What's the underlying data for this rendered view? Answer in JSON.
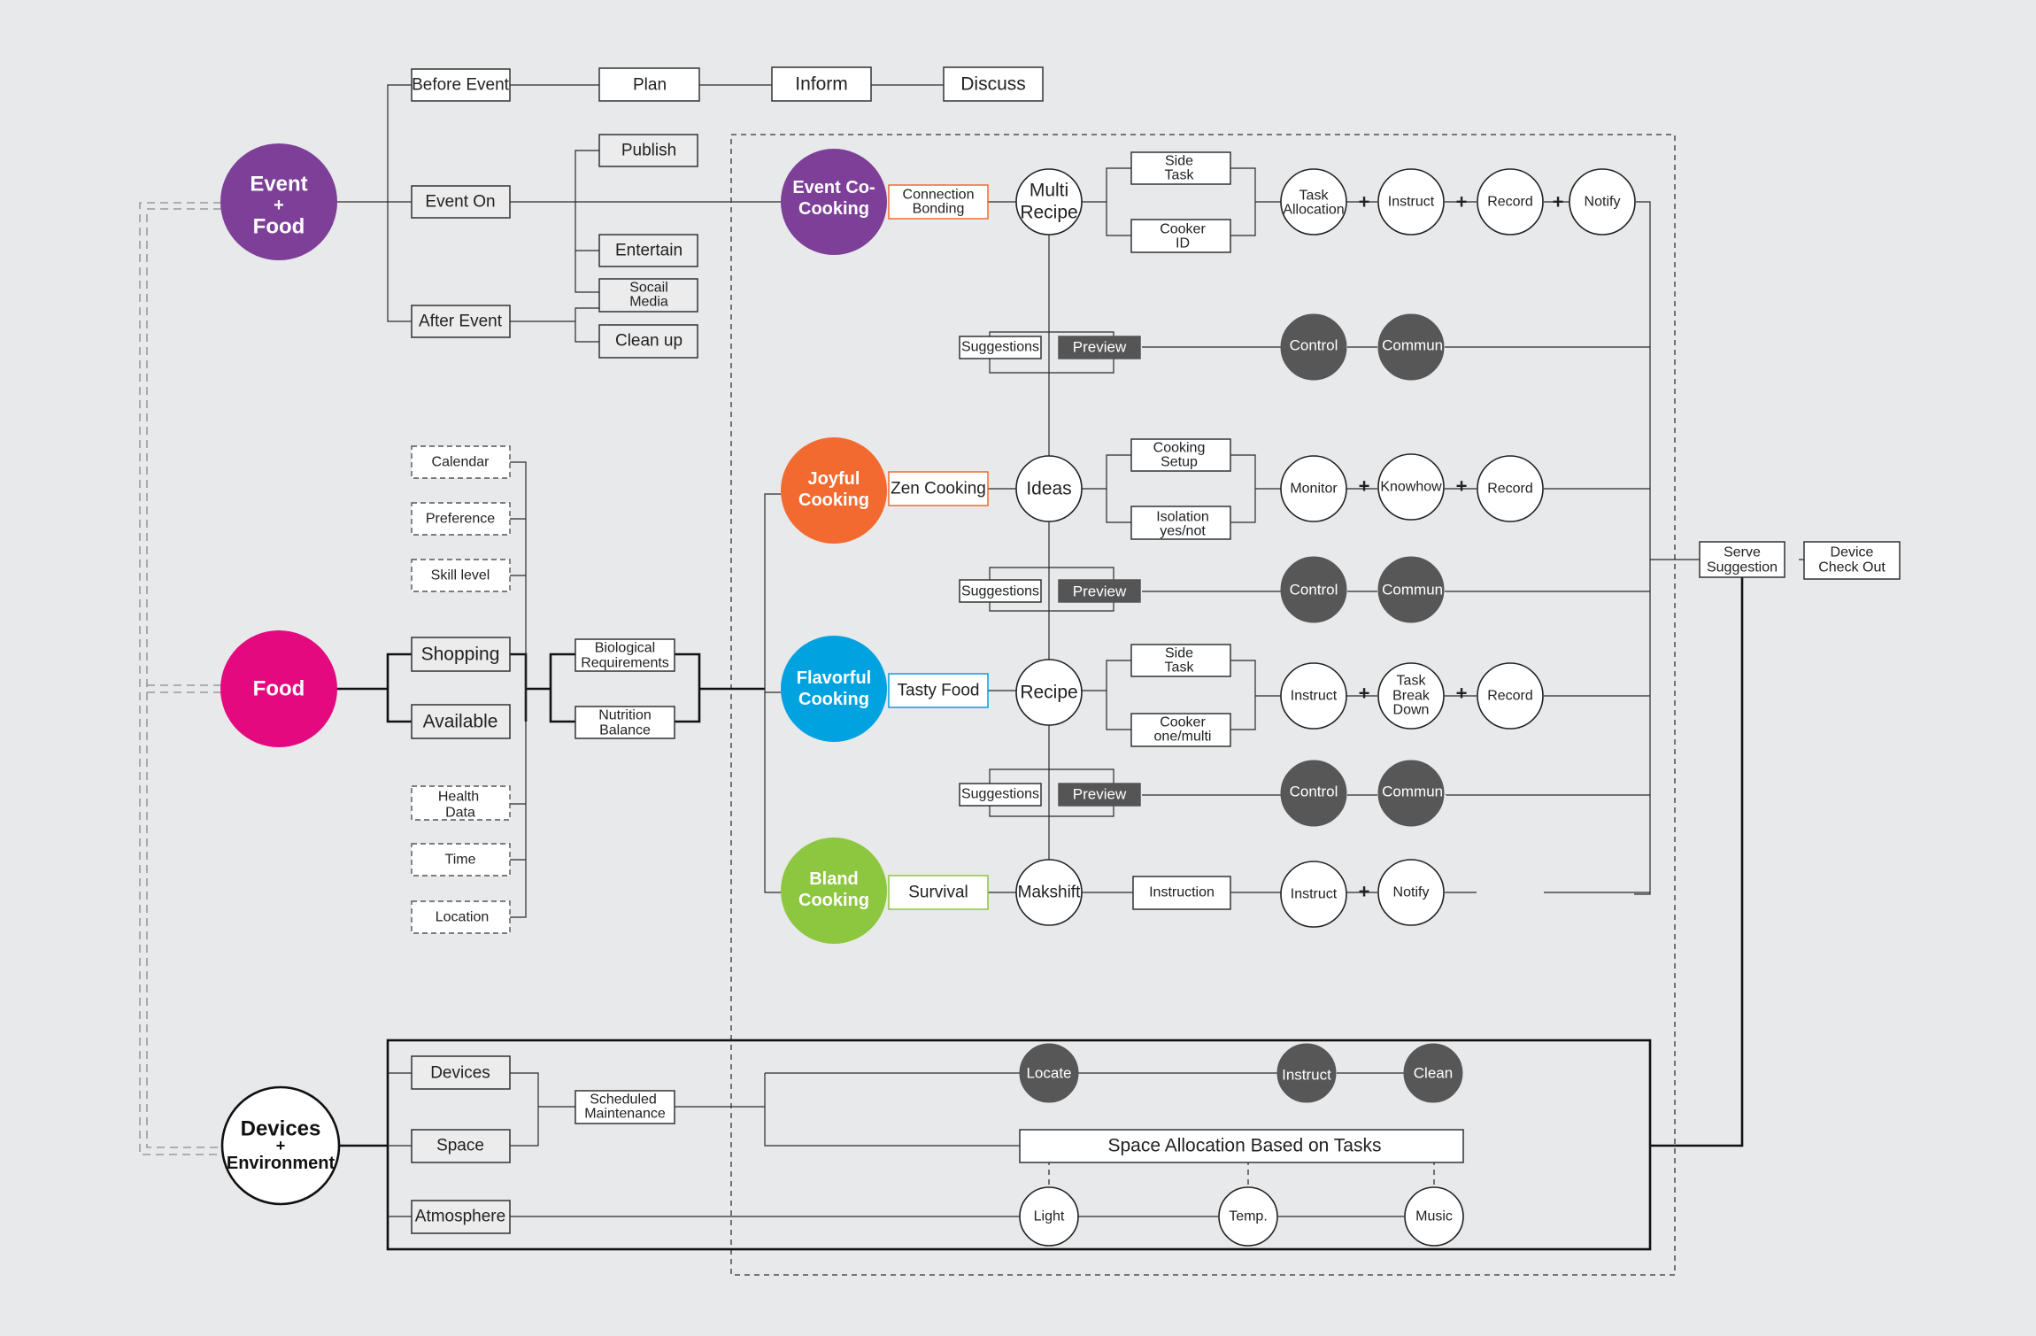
{
  "colors": {
    "event_food": "#7d3f98",
    "food": "#e5097f",
    "joyful": "#f26a30",
    "flavorful": "#00a3e0",
    "bland": "#8dc63f",
    "dark_node": "#575757",
    "background": "#e8e9eb"
  },
  "roots": {
    "event_food": [
      "Event",
      "+",
      "Food"
    ],
    "food": "Food",
    "devices": [
      "Devices",
      "+",
      "Environment"
    ]
  },
  "event_branch": {
    "before_event": "Before Event",
    "plan": "Plan",
    "inform": "Inform",
    "discuss": "Discuss",
    "event_on": "Event On",
    "publish": "Publish",
    "entertain": "Entertain",
    "social_media": [
      "Socail",
      "Media"
    ],
    "after_event": "After Event",
    "clean_up": "Clean up"
  },
  "food_branch": {
    "calendar": "Calendar",
    "preference": "Preference",
    "skill_level": "Skill level",
    "shopping": "Shopping",
    "available": "Available",
    "health_data": [
      "Health",
      "Data"
    ],
    "time": "Time",
    "location": "Location",
    "biological": [
      "Biological",
      "Requirements"
    ],
    "nutrition": [
      "Nutrition",
      "Balance"
    ]
  },
  "cooking_modes": {
    "event_co": {
      "name": [
        "Event Co-",
        "Cooking"
      ],
      "tag": [
        "Connection",
        "Bonding"
      ],
      "hub": [
        "Multi",
        "Recipe"
      ],
      "opt_a": [
        "Side",
        "Task"
      ],
      "opt_b": [
        "Cooker",
        "ID"
      ],
      "steps": [
        [
          "Task",
          "Allocation"
        ],
        [
          "Instruct"
        ],
        [
          "Record"
        ],
        [
          "Notify"
        ]
      ]
    },
    "joyful": {
      "name": [
        "Joyful",
        "Cooking"
      ],
      "tag": "Zen Cooking",
      "hub": "Ideas",
      "opt_a": [
        "Cooking",
        "Setup"
      ],
      "opt_b": [
        "Isolation",
        "yes/not"
      ],
      "steps": [
        [
          "Monitor"
        ],
        [
          "Knowhow"
        ],
        [
          "Record"
        ]
      ]
    },
    "flavorful": {
      "name": [
        "Flavorful",
        "Cooking"
      ],
      "tag": "Tasty Food",
      "hub": "Recipe",
      "opt_a": [
        "Side",
        "Task"
      ],
      "opt_b": [
        "Cooker",
        "one/multi"
      ],
      "steps": [
        [
          "Instruct"
        ],
        [
          "Task",
          "Break",
          "Down"
        ],
        [
          "Record"
        ]
      ]
    },
    "bland": {
      "name": [
        "Bland",
        "Cooking"
      ],
      "tag": "Survival",
      "hub": "Makshift",
      "opt_a": "Instruction",
      "steps": [
        [
          "Instruct"
        ],
        [
          "Notify"
        ]
      ]
    }
  },
  "feedback": {
    "suggestions": "Suggestions",
    "preview": "Preview",
    "control": "Control",
    "commun": "Commun."
  },
  "plus": "+",
  "output": {
    "serve": [
      "Serve",
      "Suggestion"
    ],
    "checkout": [
      "Device",
      "Check Out"
    ]
  },
  "devices_branch": {
    "devices": "Devices",
    "space": "Space",
    "atmosphere": "Atmosphere",
    "maintenance": [
      "Scheduled",
      "Maintenance"
    ],
    "locate": "Locate",
    "instruct": "Instruct",
    "clean": "Clean",
    "space_allocation": "Space Allocation Based on Tasks",
    "light": "Light",
    "temp": "Temp.",
    "music": "Music"
  }
}
